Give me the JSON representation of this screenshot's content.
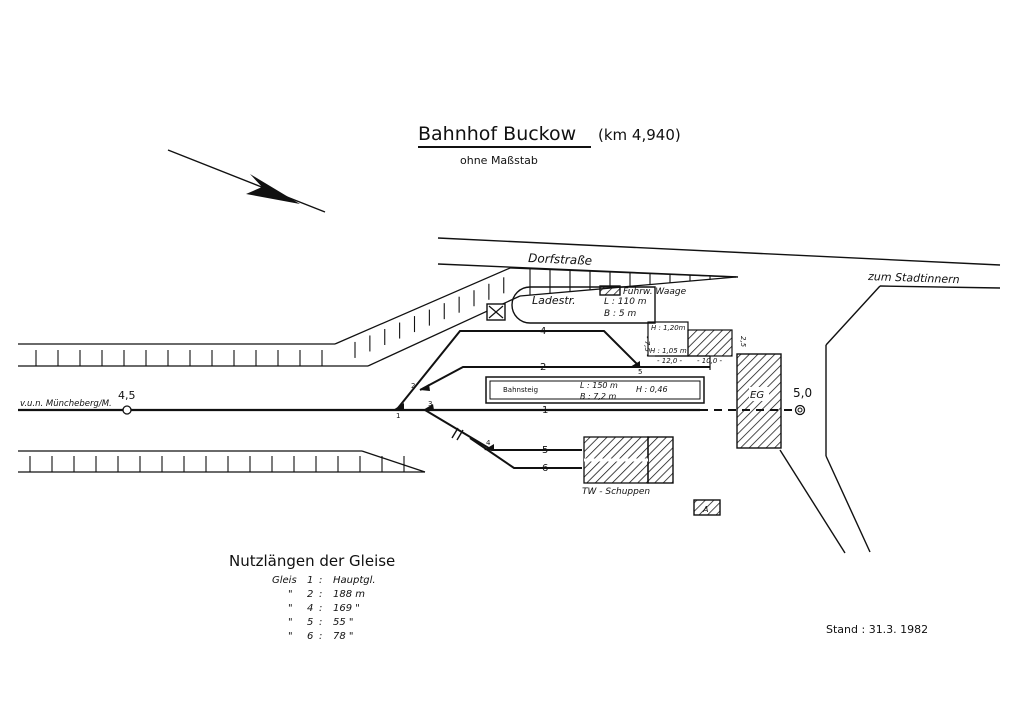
{
  "title": {
    "name": "Bahnhof  Buckow",
    "km": "(km 4,940)",
    "subtitle": "ohne Maßstab"
  },
  "streets": {
    "dorfstrasse": "Dorfstraße",
    "stadtinnern": "zum Stadtinnern"
  },
  "ladestrasse": {
    "name": "Ladestr.",
    "length": "L : 110 m",
    "width": "B :    5 m"
  },
  "waage": "Fuhrw. Waage",
  "rampe": {
    "h1": "H : 1,20m",
    "h2": "H : 1,05 m",
    "d1": "- 12,0 -",
    "d2": "- 10,0 -",
    "v1": "- 7,5 -",
    "v2": "2,5"
  },
  "bahnsteig": {
    "name": "Bahnsteig",
    "length": "L : 150 m",
    "width": "B :  7,2 m",
    "height": "H : 0,46"
  },
  "tracks": {
    "t1": "1",
    "t2": "2",
    "t4": "4",
    "t5": "5",
    "t6": "6"
  },
  "switches": {
    "w1": "1",
    "w2": "2",
    "w3": "3",
    "w4": "4",
    "w5": "5"
  },
  "km_marks": {
    "left": "4,5",
    "right": "5,0"
  },
  "route_label": "v.u.n. Müncheberg/M.",
  "buildings": {
    "eg": "EG",
    "tw": "TW - Schuppen",
    "a": "A"
  },
  "usable_lengths": {
    "heading": "Nutzlängen der Gleise",
    "rows": [
      {
        "mark": "Gleis",
        "num": "1",
        "sep": ":",
        "value": "Hauptgl."
      },
      {
        "mark": "\"",
        "num": "2",
        "sep": ":",
        "value": "188 m"
      },
      {
        "mark": "\"",
        "num": "4",
        "sep": ":",
        "value": "169  \""
      },
      {
        "mark": "\"",
        "num": "5",
        "sep": ":",
        "value": " 55  \""
      },
      {
        "mark": "\"",
        "num": "6",
        "sep": ":",
        "value": " 78  \""
      }
    ]
  },
  "stand": "Stand : 31.3. 1982"
}
